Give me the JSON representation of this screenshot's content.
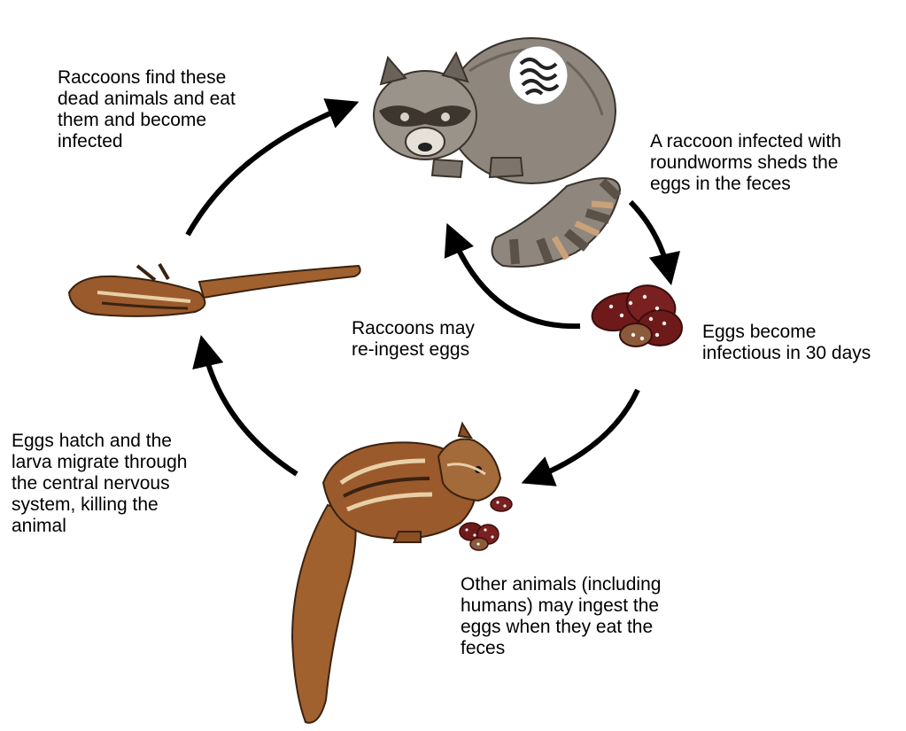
{
  "labels": {
    "raccoons_find": "Raccoons find these\ndead animals and eat\nthem and become\ninfected",
    "raccoon_infected": "A raccoon infected with\nroundworms sheds the\neggs in the feces",
    "reingest": "Raccoons may\nre-ingest eggs",
    "eggs_infectious": "Eggs become\ninfectious in 30 days",
    "eggs_hatch": "Eggs hatch and  the\nlarva migrate through\nthe central nervous\nsystem, killing the\nanimal",
    "other_animals": "Other animals (including\nhumans) may ingest the\neggs when they eat the\nfeces"
  },
  "icons": [
    "raccoon-icon",
    "roundworm-icon",
    "feces-eggs-icon",
    "chipmunk-eating-icon",
    "dead-chipmunk-icon",
    "cycle-arrow-icon"
  ],
  "colors": {
    "arrow": "#000000",
    "raccoon_fur": "#8f877d",
    "raccoon_tail_dark": "#5c5147",
    "raccoon_tail_light": "#c9a27a",
    "chipmunk_fur": "#9a5a2c",
    "chipmunk_stripe_light": "#e8cfa6",
    "feces": "#6e1a1a",
    "egg_dots": "#f2f2f2"
  }
}
